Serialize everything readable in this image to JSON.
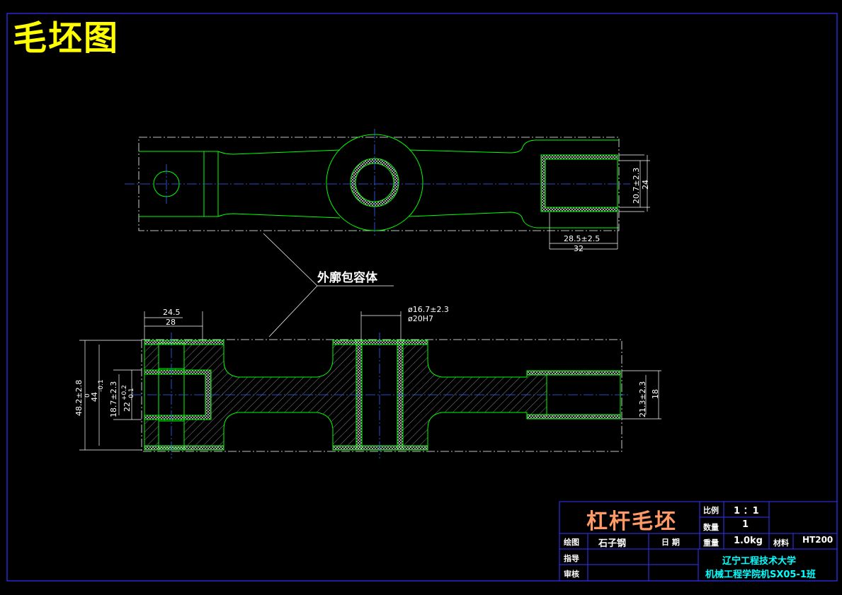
{
  "drawing": {
    "title": "毛坯图",
    "callout": "外廓包容体"
  },
  "dims_top": {
    "d_20_7": "20.7±2.3",
    "d_24": "24",
    "d_28_5": "28.5±2.5",
    "d_32": "32"
  },
  "dims_bottom": {
    "d_24_5": "24.5",
    "d_28": "28",
    "d_phi16": "ø16.7±2.3",
    "d_phi20": "ø20H7",
    "d_48": "48.2±2.8",
    "d_44": "44",
    "d_44_tol": "0",
    "d_44_tol2": "-0.1",
    "d_18_7": "18.7±2.3",
    "d_22": "22",
    "d_22_tol": "+0.2",
    "d_22_tol2": "-0.1",
    "d_21_3": "21.3±2.3",
    "d_18": "18"
  },
  "title_block": {
    "part_name": "杠杆毛坯",
    "scale_label": "比例",
    "scale_value": "1 ：1",
    "qty_label": "数量",
    "qty_value": "1",
    "drawn_label": "绘图",
    "drawn_value": "石子钢",
    "date_label": "日  期",
    "weight_label": "重量",
    "weight_value": "1.0kg",
    "material_label": "材料",
    "material_value": "HT200",
    "guide_label": "指导",
    "review_label": "审核",
    "school": "辽宁工程技术大学",
    "class": "机械工程学院机SX05-1班"
  }
}
